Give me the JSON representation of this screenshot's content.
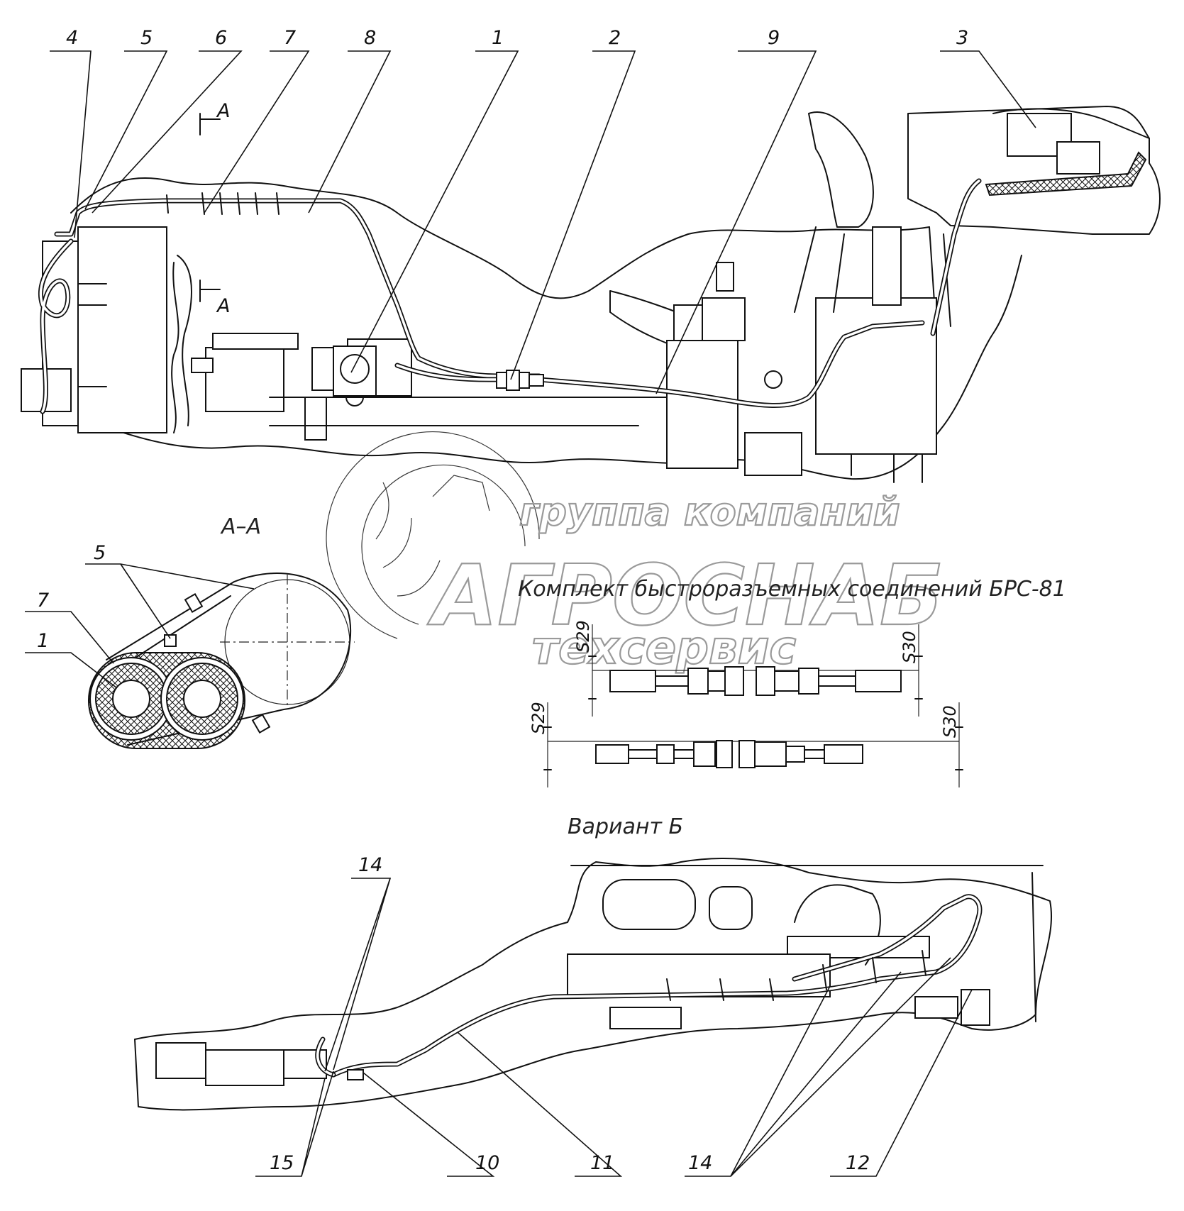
{
  "callouts": {
    "c1": "1",
    "c2": "2",
    "c3": "3",
    "c4": "4",
    "c5": "5",
    "c6": "6",
    "c7": "7",
    "c8": "8",
    "c9": "9",
    "c10": "10",
    "c11": "11",
    "c12": "12",
    "c14": "14",
    "c15": "15"
  },
  "section_marks": {
    "mark_a": "A"
  },
  "section_view": {
    "title": "A–A",
    "c5": "5",
    "c7": "7",
    "c1": "1"
  },
  "kit": {
    "title": "Комплект быстроразъемных соединений БРС-81",
    "s29": "S29",
    "s30": "S30"
  },
  "variant": {
    "title": "Вариант Б"
  },
  "watermark": {
    "line1": "группа компаний",
    "line2": "АГРОСНАБ",
    "line3": "техсервис"
  }
}
